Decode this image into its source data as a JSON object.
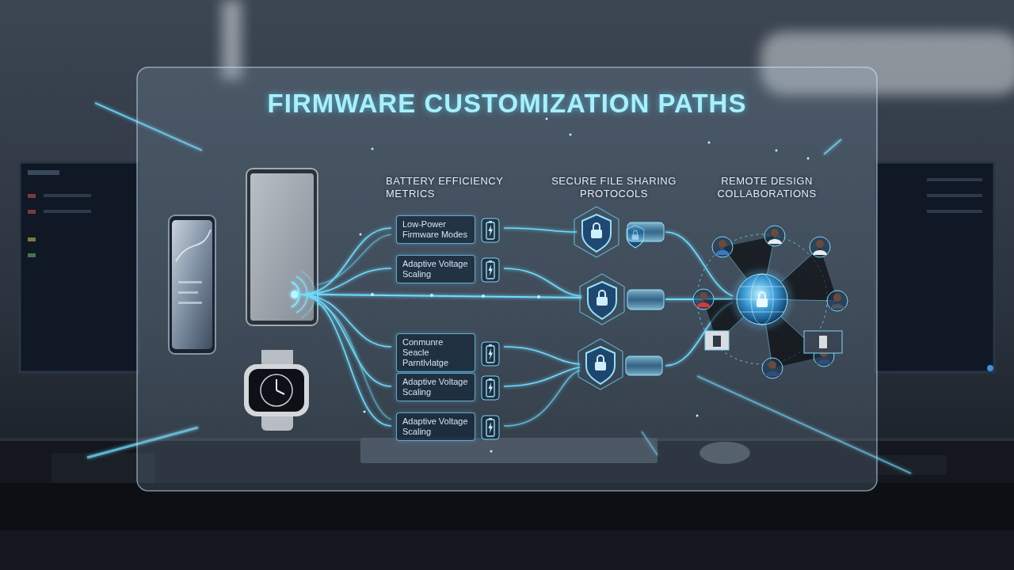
{
  "diagram": {
    "title": "FIRMWARE CUSTOMIZATION PATHS",
    "nodes": [
      {
        "text": [
          "Low-Power Firmware Modes"
        ]
      },
      {
        "text": [
          "Adaptive Voltage Scaling"
        ]
      },
      {
        "text": [
          "Conmunre Seacle Parntlvlatge"
        ]
      },
      {
        "text": [
          "Adaptive Voltage Scaling"
        ]
      },
      {
        "text": [
          "Adaptive Voltage Scaling"
        ]
      }
    ],
    "labels": [
      "BATTERY EFFICIENCY METRICS",
      "SECURE FILE SHARING PROTOCOLS",
      "REMOTE DESIGN COLLABORATIONS"
    ]
  }
}
